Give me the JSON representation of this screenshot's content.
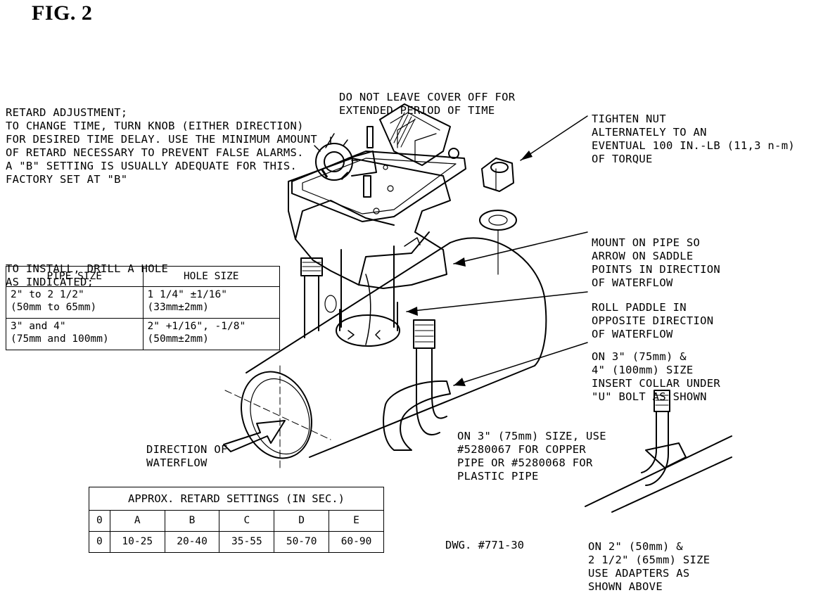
{
  "figure_title": "FIG. 2",
  "notes": {
    "cover": [
      "DO NOT LEAVE COVER OFF FOR",
      "EXTENDED PERIOD OF TIME"
    ],
    "retard": [
      "RETARD ADJUSTMENT;",
      "TO CHANGE TIME, TURN KNOB (EITHER DIRECTION)",
      "FOR DESIRED TIME DELAY. USE THE MINIMUM AMOUNT",
      "OF RETARD NECESSARY TO PREVENT FALSE ALARMS.",
      "A \"B\" SETTING IS USUALLY ADEQUATE FOR THIS.",
      "FACTORY SET AT \"B\""
    ],
    "nut": [
      "TIGHTEN NUT",
      "ALTERNATELY TO AN",
      "EVENTUAL 100 IN.-LB (11,3 n-m)",
      "OF TORQUE"
    ],
    "install": [
      "TO INSTALL, DRILL A HOLE",
      "AS INDICATED;"
    ],
    "mount": [
      "MOUNT ON PIPE SO",
      "ARROW ON SADDLE",
      "POINTS IN DIRECTION",
      "OF WATERFLOW"
    ],
    "paddle": [
      "ROLL PADDLE IN",
      "OPPOSITE DIRECTION",
      "OF WATERFLOW"
    ],
    "collar": [
      "ON 3\" (75mm) &",
      "4\" (100mm) SIZE",
      "INSERT COLLAR UNDER",
      "\"U\" BOLT AS SHOWN"
    ],
    "direction": [
      "DIRECTION OF",
      "WATERFLOW"
    ],
    "copper": [
      "ON 3\" (75mm) SIZE, USE",
      "#5280067 FOR COPPER",
      "PIPE OR #5280068 FOR",
      "PLASTIC PIPE"
    ],
    "adapters": [
      "ON 2\" (50mm) &",
      "2 1/2\" (65mm) SIZE",
      "USE ADAPTERS AS",
      "SHOWN ABOVE"
    ]
  },
  "pipe_table": {
    "headers": [
      "PIPE SIZE",
      "HOLE SIZE"
    ],
    "rows": [
      {
        "pipe_line1": "2\" to 2 1/2\"",
        "pipe_line2": "(50mm to 65mm)",
        "hole_line1": "1 1/4\" ±1/16\"",
        "hole_line2": "(33mm±2mm)"
      },
      {
        "pipe_line1": "3\" and 4\"",
        "pipe_line2": "(75mm and 100mm)",
        "hole_line1": "2\" +1/16\", -1/8\"",
        "hole_line2": "(50mm±2mm)"
      }
    ]
  },
  "retard_table": {
    "title": "APPROX. RETARD SETTINGS (IN SEC.)",
    "settings": [
      "0",
      "A",
      "B",
      "C",
      "D",
      "E"
    ],
    "seconds": [
      "0",
      "10-25",
      "20-40",
      "35-55",
      "50-70",
      "60-90"
    ]
  },
  "drawing_number": "DWG. #771-30"
}
